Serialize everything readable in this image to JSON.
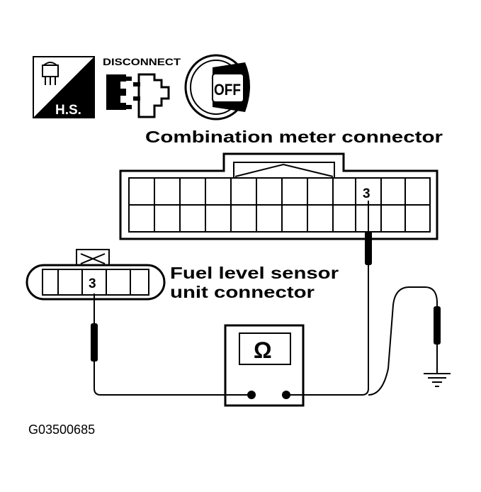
{
  "icons": {
    "hs_label": "H.S.",
    "disconnect_label": "DISCONNECT",
    "ignition_label": "OFF"
  },
  "labels": {
    "combination_meter_connector": "Combination meter connector",
    "fuel_sensor_line1": "Fuel level sensor",
    "fuel_sensor_line2": "unit connector",
    "meter_terminal": "3",
    "sensor_terminal": "3",
    "ohmmeter_symbol": "Ω",
    "figure_id": "G03500685"
  }
}
